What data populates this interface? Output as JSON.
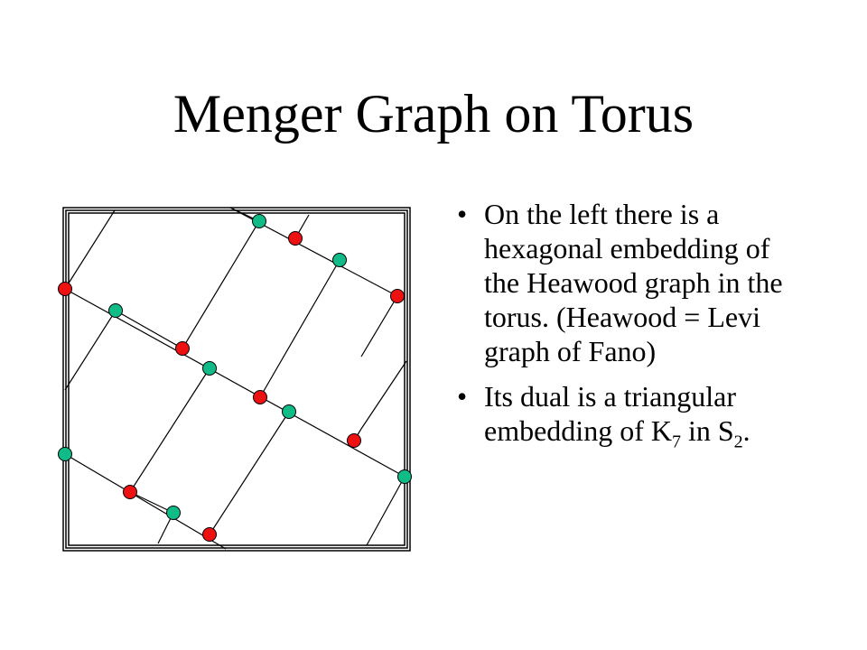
{
  "slide": {
    "title": "Menger Graph on Torus"
  },
  "bullets": [
    {
      "marker": "•",
      "text": "On the left there is a hexagonal embedding of the Heawood graph in the torus. (Heawood = Levi graph of Fano)"
    },
    {
      "marker": "•",
      "text_before": "Its dual is a triangular embedding of K",
      "sub1": "7",
      "text_middle": " in S",
      "sub2": "2",
      "text_after": "."
    }
  ],
  "diagram": {
    "vertex_colors": {
      "red": "#ee1111",
      "teal": "#11bb88"
    },
    "edge_color": "#000000"
  }
}
